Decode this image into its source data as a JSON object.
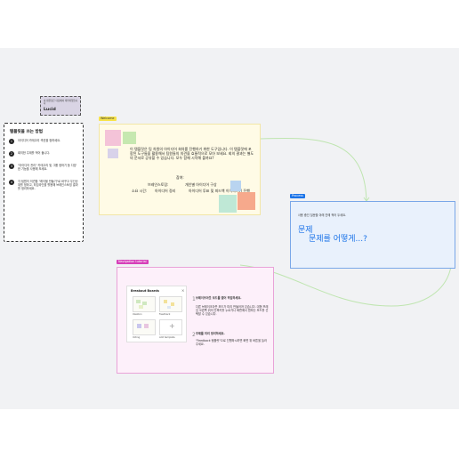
{
  "lucid_card": {
    "subtitle": "이 템플릿은 다음에서 제작되었습니다",
    "brand": "Lucid"
  },
  "instructions": {
    "title": "템플릿을 쓰는 방법",
    "steps": [
      {
        "num": "1",
        "text": "아이디어 카테고리 섹션을 정하세요."
      },
      {
        "num": "2",
        "text": "회의한 주제를 적어 둡니다."
      },
      {
        "num": "3",
        "text": "\"아이디어 관리\" 카테고리 및 그룹 정하기 등 다양한 기능을 사용해 보세요."
      },
      {
        "num": "4",
        "text": "각 팀원의 의견을 \"레이블 만들기\"로 바꾸고 우선순위를 정하고, 타임라인을 활용해 브레인스토밍 결과를 정리하세요."
      }
    ]
  },
  "welcome": {
    "tag": "Welcome",
    "body": "이 템플릿은 팀 차원의 아이디어 회의를 진행하기 위한 도구입니다. 이 템플릿에 포함된 도구들을 활용해서 팀원들의 의견을 효율적으로 모아 보세요. 회의 결과는 별도의 문서로 공유할 수 있습니다. 모두 함께 시작해 볼까요?",
    "label_center": "참여:",
    "label_left": "소요 시간:",
    "label_right1": "브레인스토밍:",
    "label_right2": "아이디어 정리",
    "detail1": "개인별 아이디어 구상",
    "detail2": "아이디어 투표 및 피드백 이어나가기 진행"
  },
  "process": {
    "tag": "Process",
    "caption": "사용 중인 질문을 아래 칸에 적어 두세요.",
    "title": "문제",
    "subtitle": "문제를 어떻게...?"
  },
  "navigation": {
    "tag": "Navigation tutorial",
    "modal_title": "Breakout Boards",
    "modal_close": "×",
    "thumbs": [
      "Ideation",
      "Feedback",
      "Voting",
      "Add template"
    ],
    "step1_num": "1",
    "step1_title": "브레이크아웃 보드를 열어 작업하세요.",
    "step1_text": "다른 브레이크아웃 보드가 미리 만들어져 있습니다. 대형 프레임 오른쪽 위의 단축키를 누르거나 화면에서 원하는 보드를 선택할 수 있습니다.",
    "step2_num": "2",
    "step2_title": "주제를 미리 정리하세요.",
    "step2_text": "\"Feedback 템플릿\"으로 진행하시려면 화면 위 버튼을 눌러주세요."
  },
  "colors": {
    "canvas": "#f1f2f4",
    "welcome_tag": "#f7e34a",
    "process_tag": "#1a73e8",
    "nav_tag": "#d63fb9",
    "connector": "#bfe5b0"
  }
}
